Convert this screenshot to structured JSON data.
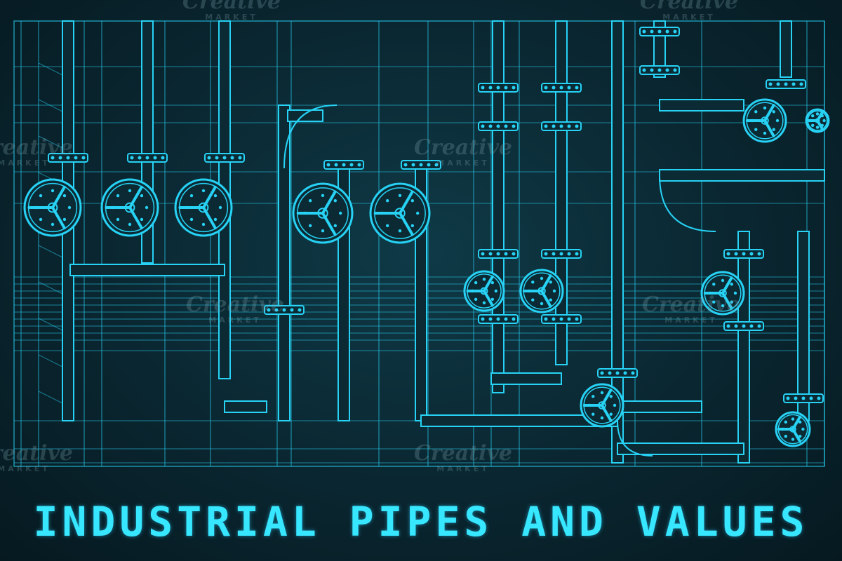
{
  "title": "INDUSTRIAL PIPES AND VALUES",
  "watermark": {
    "brand": "Creative",
    "sub": "MARKET"
  },
  "colors": {
    "line": "#27d2f5",
    "glow": "#37e6ff",
    "background": "#0a2630"
  },
  "icons": {
    "valve": "valve-handwheel-icon"
  }
}
